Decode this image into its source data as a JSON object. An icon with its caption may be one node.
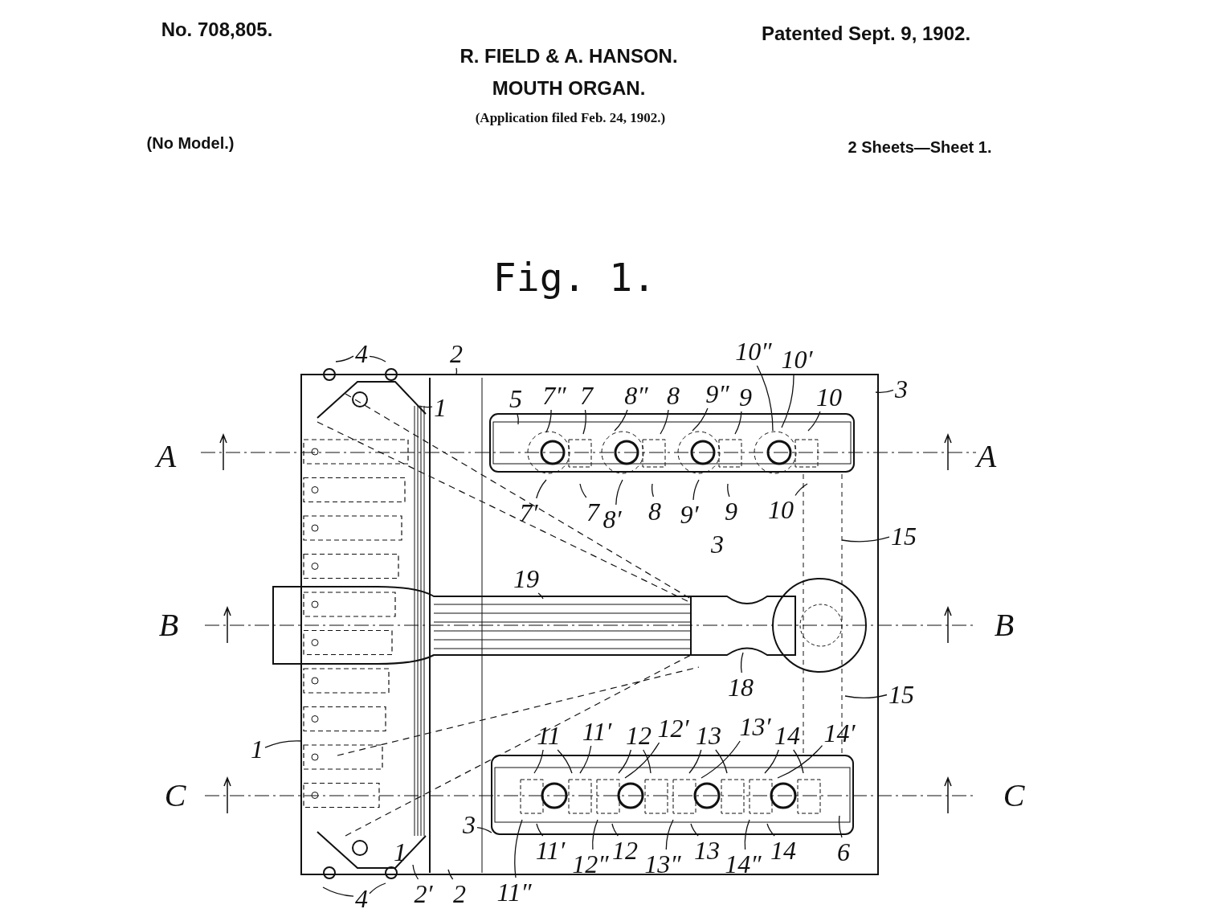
{
  "diagram": {
    "title": "MOUTH ORGAN.",
    "nodes": [
      {
        "text": [
          "4"
        ]
      },
      {
        "text": [
          "2"
        ]
      },
      {
        "text": [
          "1"
        ]
      },
      {
        "text": [
          "5"
        ]
      },
      {
        "text": [
          "7″"
        ]
      },
      {
        "text": [
          "7"
        ]
      },
      {
        "text": [
          "8″"
        ]
      },
      {
        "text": [
          "8"
        ]
      },
      {
        "text": [
          "9″"
        ]
      },
      {
        "text": [
          "9"
        ]
      },
      {
        "text": [
          "10″"
        ]
      },
      {
        "text": [
          "10′"
        ]
      },
      {
        "text": [
          "10"
        ]
      },
      {
        "text": [
          "3"
        ]
      },
      {
        "text": [
          "7′"
        ]
      },
      {
        "text": [
          "7"
        ]
      },
      {
        "text": [
          "8′"
        ]
      },
      {
        "text": [
          "8"
        ]
      },
      {
        "text": [
          "9′"
        ]
      },
      {
        "text": [
          "9"
        ]
      },
      {
        "text": [
          "10"
        ]
      },
      {
        "text": [
          "15"
        ]
      },
      {
        "text": [
          "19"
        ]
      },
      {
        "text": [
          "18"
        ]
      },
      {
        "text": [
          "15"
        ]
      },
      {
        "text": [
          "1"
        ]
      },
      {
        "text": [
          "11"
        ]
      },
      {
        "text": [
          "11′"
        ]
      },
      {
        "text": [
          "12"
        ]
      },
      {
        "text": [
          "12′"
        ]
      },
      {
        "text": [
          "13"
        ]
      },
      {
        "text": [
          "13′"
        ]
      },
      {
        "text": [
          "14"
        ]
      },
      {
        "text": [
          "14′"
        ]
      },
      {
        "text": [
          "3"
        ]
      },
      {
        "text": [
          "11″"
        ]
      },
      {
        "text": [
          "11′"
        ]
      },
      {
        "text": [
          "12″"
        ]
      },
      {
        "text": [
          "12"
        ]
      },
      {
        "text": [
          "13″"
        ]
      },
      {
        "text": [
          "13"
        ]
      },
      {
        "text": [
          "14″"
        ]
      },
      {
        "text": [
          "14"
        ]
      },
      {
        "text": [
          "6"
        ]
      },
      {
        "text": [
          "4"
        ]
      },
      {
        "text": [
          "2′"
        ]
      },
      {
        "text": [
          "2"
        ]
      }
    ],
    "edges": [
      {
        "from": 0,
        "to": null,
        "arrow": "none"
      },
      {
        "from": 0,
        "to": null,
        "arrow": "none"
      },
      {
        "from": 1,
        "to": null,
        "arrow": "none"
      },
      {
        "from": 2,
        "to": null,
        "arrow": "none"
      },
      {
        "from": 3,
        "to": null,
        "arrow": "none"
      },
      {
        "from": 4,
        "to": null,
        "arrow": "none"
      },
      {
        "from": 5,
        "to": null,
        "arrow": "none"
      },
      {
        "from": 6,
        "to": null,
        "arrow": "none"
      },
      {
        "from": 7,
        "to": null,
        "arrow": "none"
      },
      {
        "from": 8,
        "to": null,
        "arrow": "none"
      },
      {
        "from": 9,
        "to": null,
        "arrow": "none"
      },
      {
        "from": 10,
        "to": null,
        "arrow": "none"
      },
      {
        "from": 11,
        "to": null,
        "arrow": "none"
      },
      {
        "from": 12,
        "to": null,
        "arrow": "none"
      },
      {
        "from": 13,
        "to": null,
        "arrow": "none"
      },
      {
        "from": 14,
        "to": null,
        "arrow": "none"
      },
      {
        "from": 15,
        "to": null,
        "arrow": "none"
      },
      {
        "from": 16,
        "to": null,
        "arrow": "none"
      },
      {
        "from": 17,
        "to": null,
        "arrow": "none"
      },
      {
        "from": 18,
        "to": null,
        "arrow": "none"
      },
      {
        "from": 19,
        "to": null,
        "arrow": "none"
      },
      {
        "from": 20,
        "to": null,
        "arrow": "none"
      },
      {
        "from": 21,
        "to": null,
        "arrow": "none"
      },
      {
        "from": 22,
        "to": null,
        "arrow": "none"
      },
      {
        "from": 23,
        "to": null,
        "arrow": "none"
      },
      {
        "from": 24,
        "to": null,
        "arrow": "none"
      },
      {
        "from": 25,
        "to": null,
        "arrow": "none"
      },
      {
        "from": 26,
        "to": null,
        "arrow": "none"
      },
      {
        "from": 26,
        "to": null,
        "arrow": "none"
      },
      {
        "from": 27,
        "to": null,
        "arrow": "none"
      },
      {
        "from": 28,
        "to": null,
        "arrow": "none"
      },
      {
        "from": 28,
        "to": null,
        "arrow": "none"
      },
      {
        "from": 29,
        "to": null,
        "arrow": "none"
      },
      {
        "from": 30,
        "to": null,
        "arrow": "none"
      },
      {
        "from": 30,
        "to": null,
        "arrow": "none"
      },
      {
        "from": 31,
        "to": null,
        "arrow": "none"
      },
      {
        "from": 32,
        "to": null,
        "arrow": "none"
      },
      {
        "from": 32,
        "to": null,
        "arrow": "none"
      },
      {
        "from": 33,
        "to": null,
        "arrow": "none"
      },
      {
        "from": 34,
        "to": null,
        "arrow": "none"
      },
      {
        "from": 35,
        "to": null,
        "arrow": "none"
      },
      {
        "from": 36,
        "to": null,
        "arrow": "none"
      },
      {
        "from": 37,
        "to": null,
        "arrow": "none"
      },
      {
        "from": 38,
        "to": null,
        "arrow": "none"
      },
      {
        "from": 39,
        "to": null,
        "arrow": "none"
      },
      {
        "from": 40,
        "to": null,
        "arrow": "none"
      },
      {
        "from": 41,
        "to": null,
        "arrow": "none"
      },
      {
        "from": 42,
        "to": null,
        "arrow": "none"
      },
      {
        "from": 43,
        "to": null,
        "arrow": "none"
      },
      {
        "from": 44,
        "to": null,
        "arrow": "none"
      },
      {
        "from": 44,
        "to": null,
        "arrow": "none"
      },
      {
        "from": 45,
        "to": null,
        "arrow": "none"
      },
      {
        "from": 46,
        "to": null,
        "arrow": "none"
      }
    ],
    "labels": [
      "No. 708,805.",
      "R. FIELD & A. HANSON.",
      "Patented Sept. 9, 1902.",
      "(Application filed Feb. 24, 1902.)",
      "(No Model.)",
      "2 Sheets—Sheet 1.",
      "Fig. 1.",
      "A",
      "A",
      "3",
      "B",
      "B",
      "C",
      "C",
      "1"
    ]
  }
}
